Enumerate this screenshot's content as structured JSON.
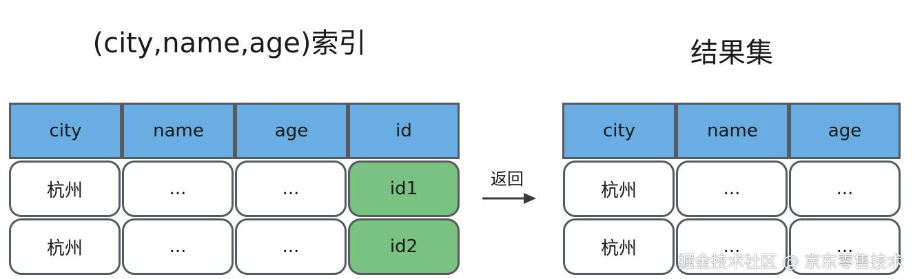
{
  "index_title": "(city,name,age)索引",
  "result_title": "结果集",
  "arrow_label": "返回",
  "watermark": "掘金技术社区 @ 京东零售技术",
  "index_table": {
    "headers": [
      "city",
      "name",
      "age",
      "id"
    ],
    "rows": [
      [
        "杭州",
        "...",
        "...",
        "id1"
      ],
      [
        "杭州",
        "...",
        "...",
        "id2"
      ]
    ]
  },
  "result_table": {
    "headers": [
      "city",
      "name",
      "age"
    ],
    "rows": [
      [
        "杭州",
        "...",
        "..."
      ],
      [
        "杭州",
        "...",
        "..."
      ]
    ]
  },
  "colors": {
    "header_fill": "#6aade3",
    "id_cell_fill": "#79c281",
    "border": "#555b61"
  }
}
